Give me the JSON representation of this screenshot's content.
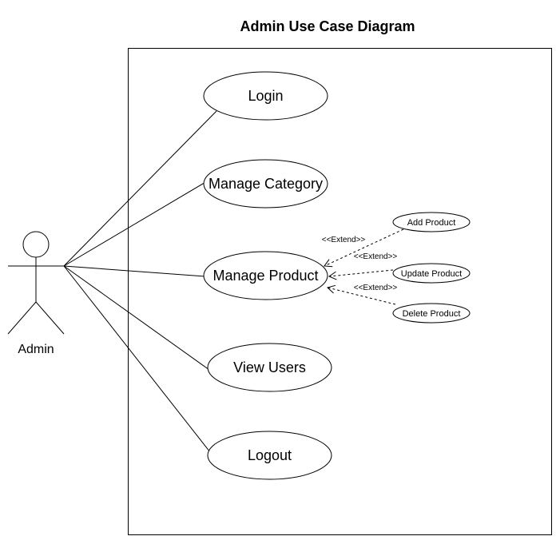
{
  "title": "Admin Use Case Diagram",
  "actor": {
    "label": "Admin"
  },
  "use_cases": [
    {
      "id": "login",
      "label": "Login"
    },
    {
      "id": "manage-category",
      "label": "Manage Category"
    },
    {
      "id": "manage-product",
      "label": "Manage Product"
    },
    {
      "id": "view-users",
      "label": "View Users"
    },
    {
      "id": "logout",
      "label": "Logout"
    }
  ],
  "extensions": [
    {
      "id": "add-product",
      "label": "Add Product",
      "relation": "<<Extend>>",
      "extends": "manage-product"
    },
    {
      "id": "update-product",
      "label": "Update Product",
      "relation": "<<Extend>>",
      "extends": "manage-product"
    },
    {
      "id": "delete-product",
      "label": "Delete Product",
      "relation": "<<Extend>>",
      "extends": "manage-product"
    }
  ]
}
